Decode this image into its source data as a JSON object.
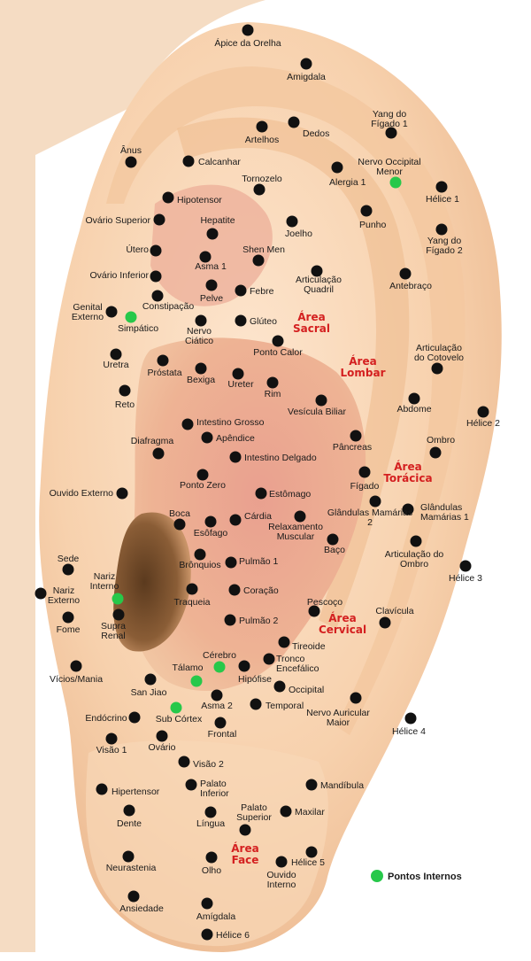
{
  "legend": {
    "label": "Pontos Internos",
    "color": "#27c84a"
  },
  "colors": {
    "point": "#111111",
    "internal": "#27c84a",
    "area_label": "#d42020"
  },
  "areas": [
    "Área Sacral",
    "Área Lombar",
    "Área Torácica",
    "Área Cervical",
    "Área Face"
  ],
  "points": {
    "apice": "Ápice da Orelha",
    "amigdala": "Amigdala",
    "yang_figado_1": "Yang do Fígado 1",
    "anus": "Ânus",
    "artelhos": "Artelhos",
    "dedos": "Dedos",
    "calcanhar": "Calcanhar",
    "nervo_occipital_menor": "Nervo Occipital Menor",
    "alergia_1": "Alergia 1",
    "tornozelo": "Tornozelo",
    "helice_1": "Hélice 1",
    "hipotensor_top": "Hipotensor",
    "ovario_superior": "Ovário Superior",
    "hepatite": "Hepatite",
    "punho": "Punho",
    "joelho": "Joelho",
    "yang_figado_2": "Yang do Fígado 2",
    "utero": "Útero",
    "shen_men": "Shen Men",
    "asma_1": "Asma 1",
    "ovario_inferior": "Ovário Inferior",
    "articulacao_quadril": "Articulação Quadril",
    "antebraco": "Antebraço",
    "pelve": "Pelve",
    "febre": "Febre",
    "constipacao": "Constipação",
    "genital_externo": "Genital Externo",
    "simpatico": "Simpático",
    "nervo_ciatico": "Nervo Ciático",
    "gluteo": "Glúteo",
    "ponto_calor": "Ponto Calor",
    "articulacao_cotovelo": "Articulação do Cotovelo",
    "uretra": "Uretra",
    "prostata": "Próstata",
    "bexiga": "Bexiga",
    "ureter": "Ureter",
    "rim": "Rim",
    "reto": "Reto",
    "vesicula_biliar": "Vesícula Biliar",
    "abdome": "Abdome",
    "helice_2": "Hélice 2",
    "intestino_grosso": "Intestino Grosso",
    "apendice": "Apêndice",
    "pancreas": "Pâncreas",
    "ombro": "Ombro",
    "diafragma": "Diafragma",
    "intestino_delgado": "Intestino Delgado",
    "figado": "Fígado",
    "ponto_zero": "Ponto Zero",
    "ouvido_externo": "Ouvido Externo",
    "estomago": "Estômago",
    "glandulas_mamarias_2": "Glândulas Mamárias 2",
    "glandulas_mamarias_1": "Glândulas Mamárias 1",
    "boca": "Boca",
    "cardia": "Cárdia",
    "esofago": "Esôfago",
    "relaxamento_muscular": "Relaxamento Muscular",
    "baco": "Baço",
    "articulacao_ombro": "Articulação do Ombro",
    "sede": "Sede",
    "bronquios": "Brônquios",
    "pulmao_1": "Pulmão 1",
    "helice_3": "Hélice 3",
    "nariz_interno": "Nariz Interno",
    "nariz_externo": "Nariz Externo",
    "traqueia": "Traqueia",
    "coracao": "Coração",
    "pescoco": "Pescoço",
    "fome": "Fome",
    "supra_renal": "Supra Renal",
    "clavicula": "Clavícula",
    "pulmao_2": "Pulmão 2",
    "tireoide": "Tireoide",
    "cerebro": "Cérebro",
    "tronco_encefalico": "Tronco Encefálico",
    "talamo": "Tálamo",
    "hipofise": "Hipófise",
    "vicios_mania": "Vícios/Mania",
    "san_jiao": "San Jiao",
    "occipital": "Occipital",
    "asma_2": "Asma 2",
    "temporal": "Temporal",
    "nervo_auricular_maior": "Nervo Auricular Maior",
    "endocrino": "Endócrino",
    "sub_cortex": "Sub Córtex",
    "frontal": "Frontal",
    "helice_4": "Hélice 4",
    "visao_1": "Visão 1",
    "ovario": "Ovário",
    "visao_2": "Visão 2",
    "mandibula": "Mandíbula",
    "hipertensor": "Hipertensor",
    "palato_inferior": "Palato Inferior",
    "dente": "Dente",
    "lingua": "Língua",
    "palato_superior": "Palato Superior",
    "maxilar": "Maxilar",
    "neurastenia": "Neurastenia",
    "olho": "Olho",
    "ouvido_interno": "Ouvido Interno",
    "helice_5": "Hélice 5",
    "ansiedade": "Ansiedade",
    "amigdala_low": "Amígdala",
    "helice_6": "Hélice 6"
  }
}
